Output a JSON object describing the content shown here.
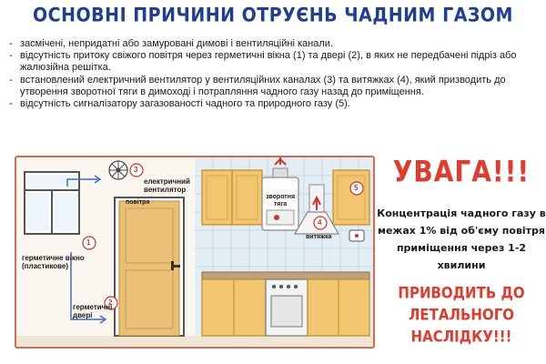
{
  "title": "ОСНОВНІ ПРИЧИНИ ОТРУЄНЬ ЧАДНИМ ГАЗОМ",
  "causes": [
    "засмічені, непридатні або замуровані димові і вентиляційні канали.",
    "відсутність притоку свіжого повітря через герметичні вікна (1) та двері (2), в яких не передбачені підріз або жалюзійна решітка.",
    "встановлений електричний вентилятор у вентиляційних каналах (3) та витяжках (4), який призводить до утворення зворотної тяги в димоході і потрапляння чадного газу назад до приміщення.",
    "відсутність сигналізатору загазованості чадного та природного газу (5)."
  ],
  "illustration": {
    "markers": [
      "1",
      "2",
      "3",
      "4",
      "5"
    ],
    "labels": {
      "window": "герметичне вікно (пластикове)",
      "door": "герметичні двері",
      "fan": "електричний вентилятор",
      "air": "повітря",
      "draft": "зворотня тяга",
      "hood": "витяжка"
    }
  },
  "warning": {
    "heading": "УВАГА!!!",
    "body": "Концентрація чадного газу в межах 1% від об'єму повітря приміщення через 1-2 хвилини",
    "result": "ПРИВОДИТЬ ДО ЛЕТАЛЬНОГО НАСЛІДКУ!!!"
  },
  "colors": {
    "title": "#1f3f93",
    "warning": "#e23a2d",
    "frame": "#d96a4e",
    "cabinet": "#f2c66e",
    "tile": "#e3eef4"
  }
}
